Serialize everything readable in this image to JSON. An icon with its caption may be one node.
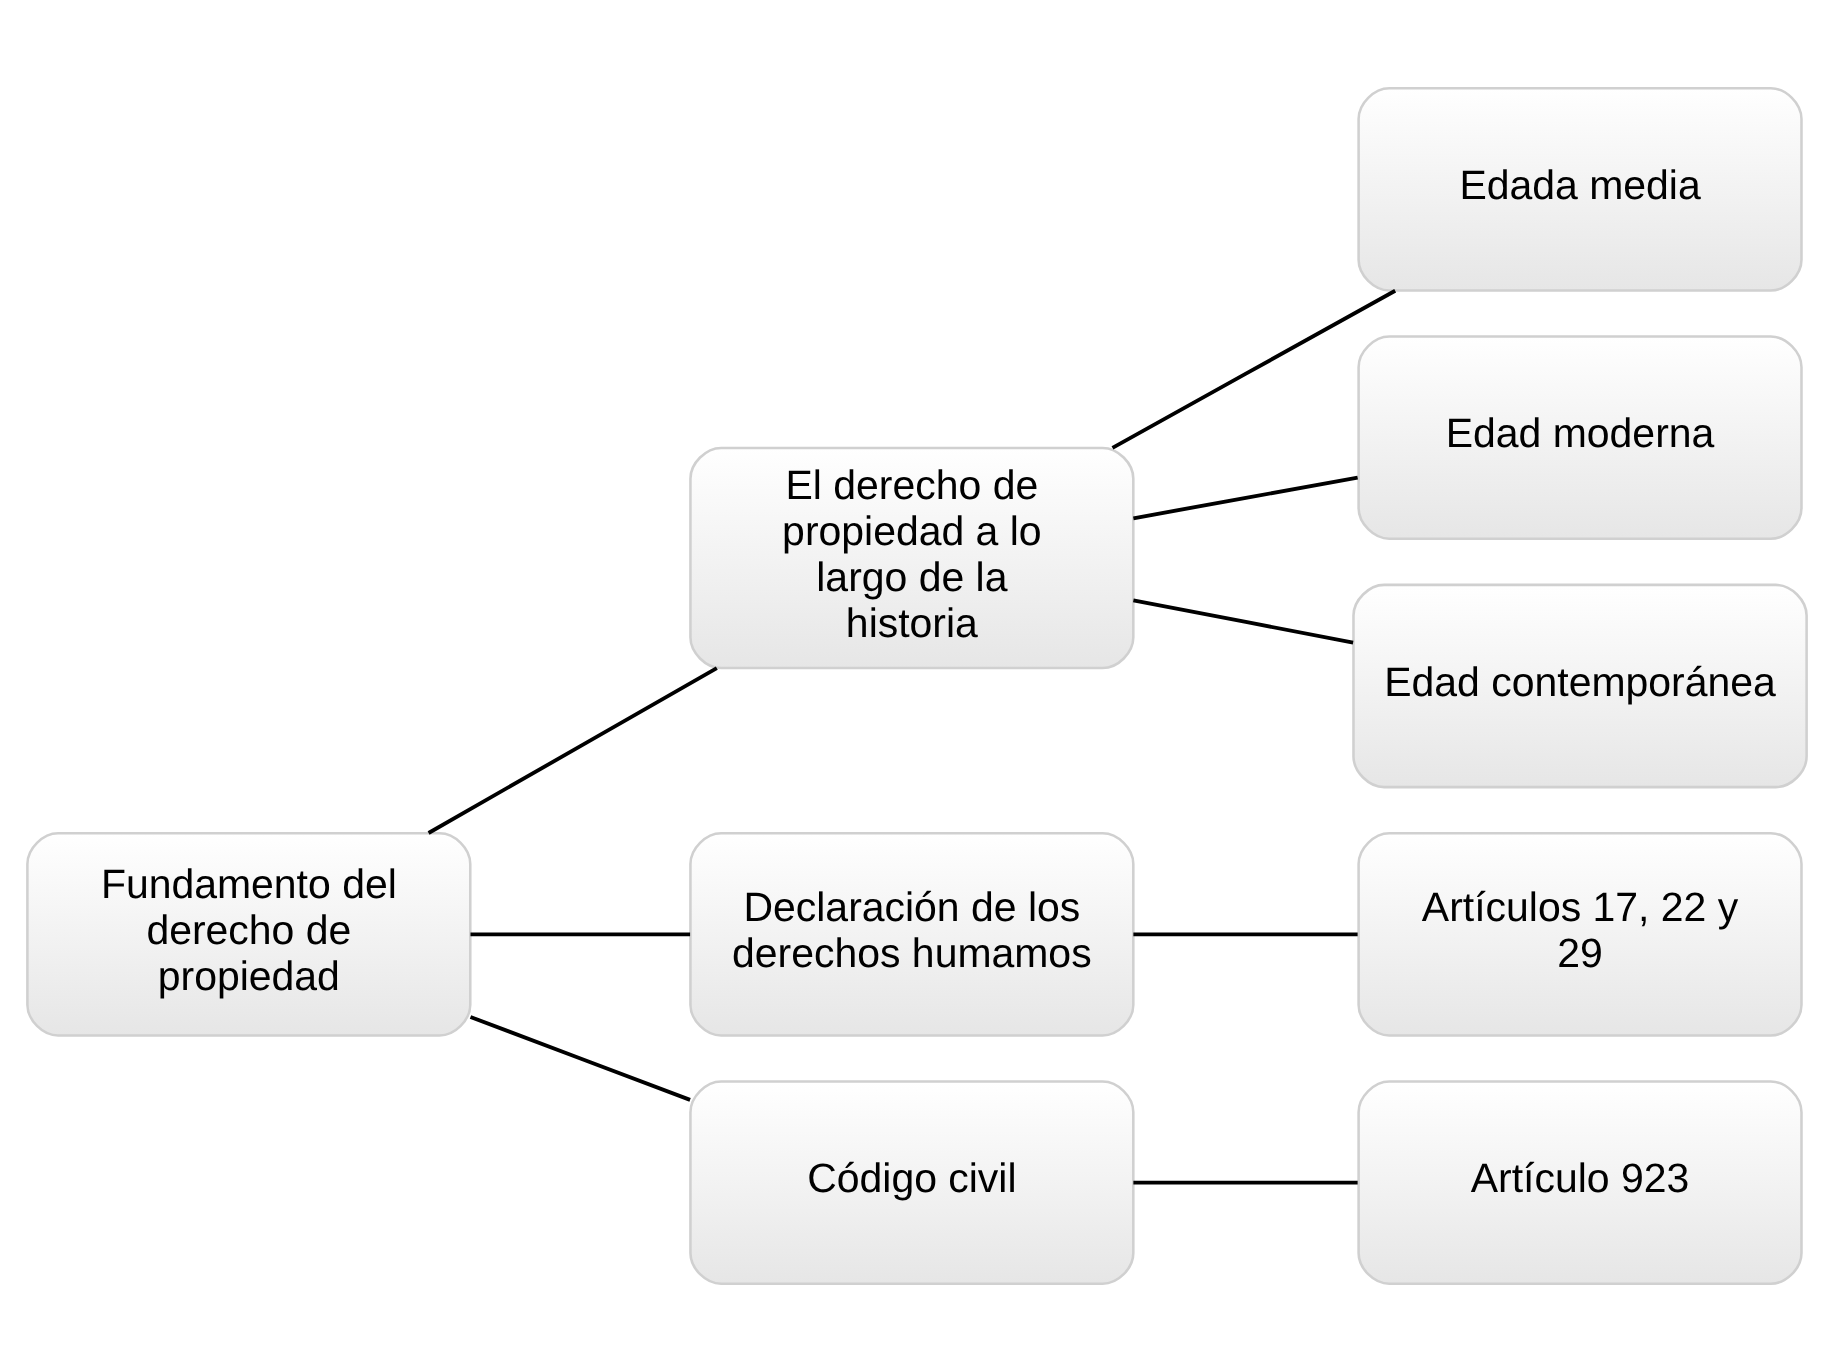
{
  "diagram": {
    "nodes": [
      {
        "text": [
          "Fundamento del derecho de propiedad"
        ]
      },
      {
        "text": [
          "El derecho de propiedad a lo largo de la historia"
        ]
      },
      {
        "text": [
          "Edada media"
        ]
      },
      {
        "text": [
          "Edad moderna"
        ]
      },
      {
        "text": [
          "Edad contemporánea"
        ]
      },
      {
        "text": [
          "Declaración de los derechos humamos"
        ]
      },
      {
        "text": [
          "Artículos 17, 22 y 29"
        ]
      },
      {
        "text": [
          "Código civil"
        ]
      },
      {
        "text": [
          "Artículo 923"
        ]
      }
    ],
    "edges": [
      {
        "from": 0,
        "to": 1,
        "arrow": "none"
      },
      {
        "from": 0,
        "to": 5,
        "arrow": "none"
      },
      {
        "from": 0,
        "to": 7,
        "arrow": "none"
      },
      {
        "from": 1,
        "to": 2,
        "arrow": "none"
      },
      {
        "from": 1,
        "to": 3,
        "arrow": "none"
      },
      {
        "from": 1,
        "to": 4,
        "arrow": "none"
      },
      {
        "from": 5,
        "to": 6,
        "arrow": "none"
      },
      {
        "from": 7,
        "to": 8,
        "arrow": "none"
      }
    ]
  }
}
